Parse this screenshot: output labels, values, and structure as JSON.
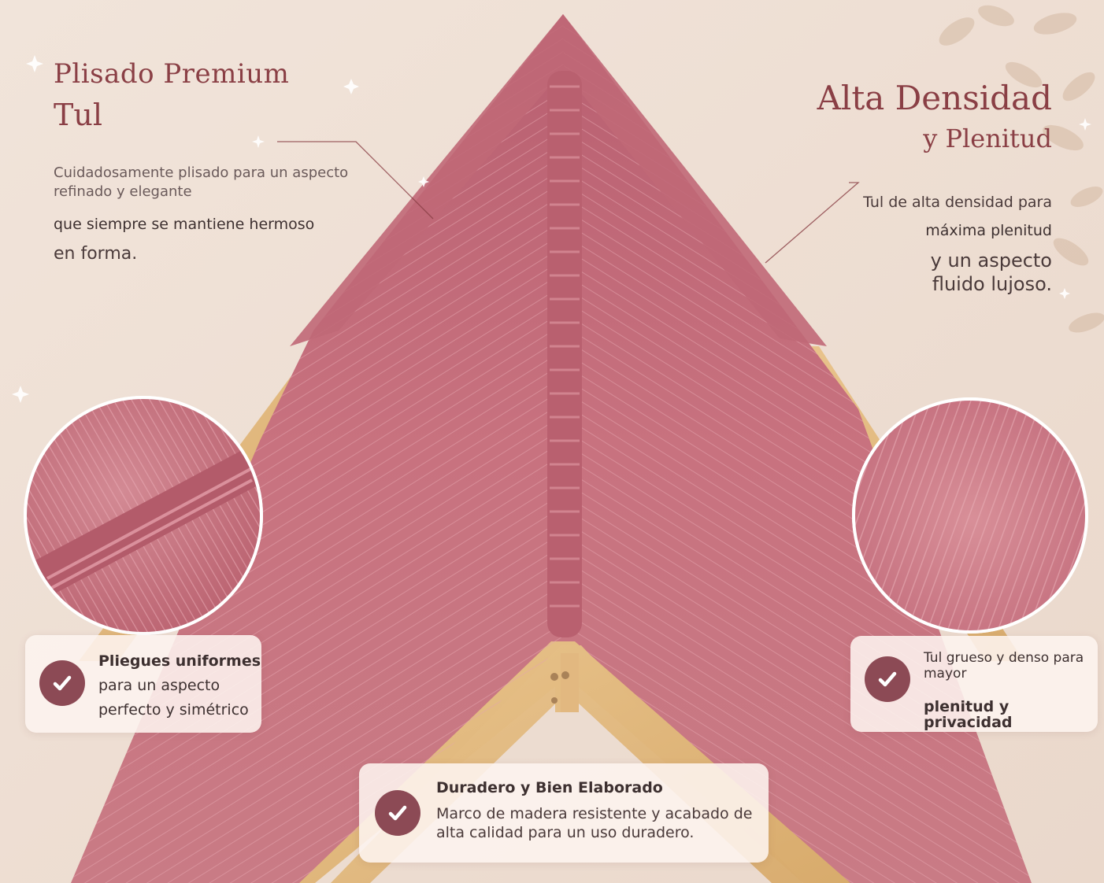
{
  "left_feature": {
    "title_line1": "Plisado Premium",
    "title_line2": "Tul",
    "desc_line1": "Cuidadosamente plisado para un aspecto",
    "desc_line2": "refinado y elegante",
    "desc_line3": "que siempre se mantiene hermoso",
    "desc_line4": "en forma."
  },
  "right_feature": {
    "title_line1": "Alta Densidad",
    "title_line2": "y Plenitud",
    "desc_line1": "Tul de alta densidad para",
    "desc_line2": "máxima plenitud",
    "desc_line3": "y un aspecto",
    "desc_line4": "fluido lujoso."
  },
  "card_pleats": {
    "line1": "Pliegues uniformes",
    "line2": "para un aspecto",
    "line3": "perfecto y simétrico"
  },
  "card_density": {
    "line1": "Tul grueso y denso para",
    "line2": "mayor",
    "line3": "plenitud y privacidad"
  },
  "card_durable": {
    "title": "Duradero y Bien Elaborado",
    "line1": "Marco de madera resistente y acabado de",
    "line2": "alta calidad para un uso duradero."
  },
  "colors": {
    "accent": "#8a3f45",
    "tulle": "#c56f7d",
    "wood": "#e2b97f",
    "background": "#efe1d6"
  },
  "icons": [
    "check-icon",
    "sparkle-icon",
    "leaf-icon"
  ]
}
